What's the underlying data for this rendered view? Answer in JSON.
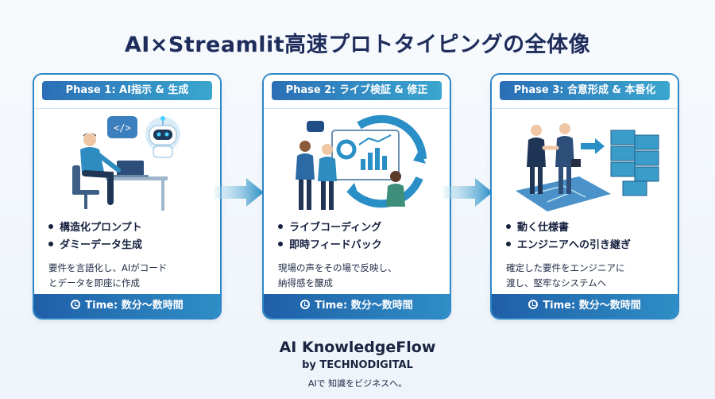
{
  "title": "AI×Streamlit高速プロトタイピングの全体像",
  "phases": [
    {
      "header": "Phase 1: AI指示 & 生成",
      "bullets": [
        "構造化プロンプト",
        "ダミーデータ生成"
      ],
      "desc_line1": "要件を言語化し、AIがコード",
      "desc_line2": "とデータを即座に作成",
      "time": "Time: 数分〜数時間",
      "illustration": "developer-with-ai-robot"
    },
    {
      "header": "Phase 2: ライブ検証 & 修正",
      "bullets": [
        "ライブコーディング",
        "即時フィードバック"
      ],
      "desc_line1": "現場の声をその場で反映し、",
      "desc_line2": "納得感を醸成",
      "time": "Time: 数分〜数時間",
      "illustration": "team-reviewing-dashboard"
    },
    {
      "header": "Phase 3: 合意形成 & 本番化",
      "bullets": [
        "動く仕様書",
        "エンジニアへの引き継ぎ"
      ],
      "desc_line1": "確定した要件をエンジニアに",
      "desc_line2": "渡し、堅牢なシステムへ",
      "time": "Time: 数分〜数時間",
      "illustration": "handshake-and-servers"
    }
  ],
  "brand": {
    "name": "AI KnowledgeFlow",
    "by": "by TECHNODIGITAL",
    "tagline": "AIで 知識をビジネスへ。"
  },
  "colors": {
    "accent_dark": "#1f5fa8",
    "accent_light": "#3aa6cf",
    "title": "#1f2d5c"
  }
}
